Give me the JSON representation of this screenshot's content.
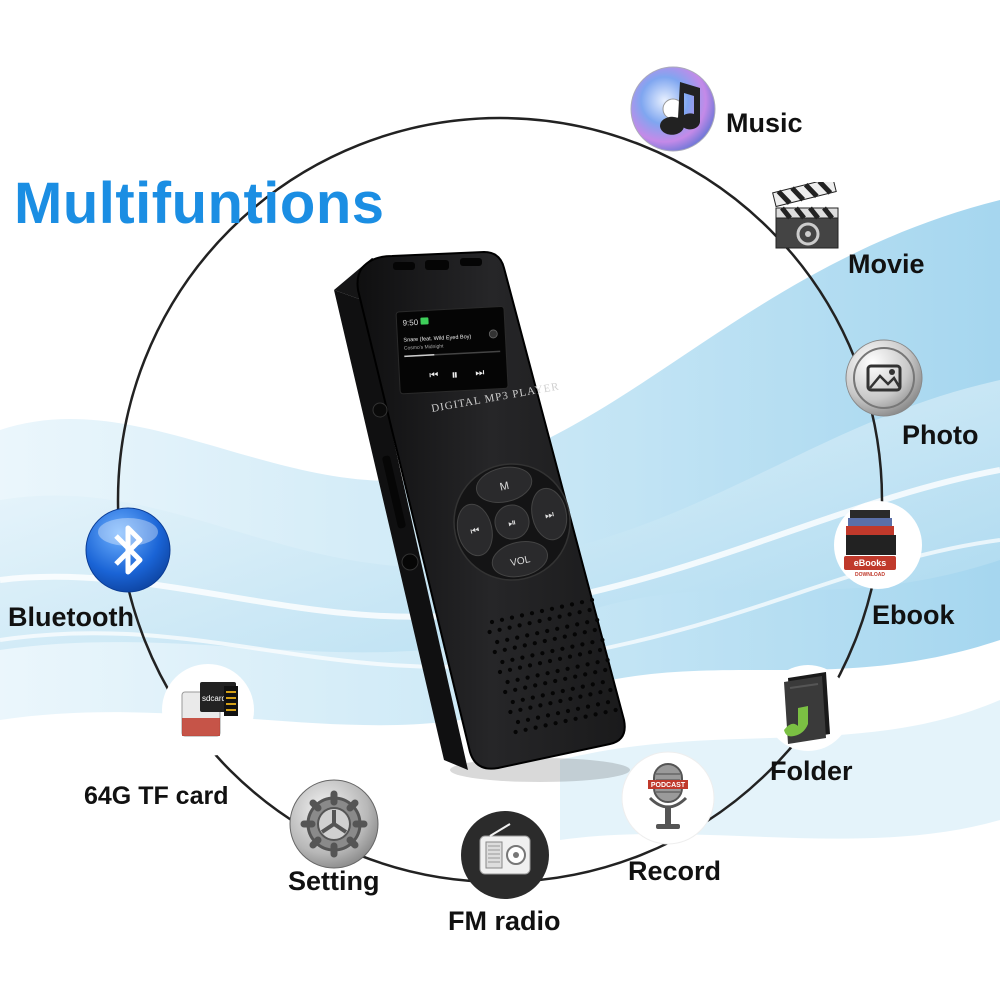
{
  "title": "Multifuntions",
  "features": {
    "music": "Music",
    "movie": "Movie",
    "photo": "Photo",
    "ebook": "Ebook",
    "folder": "Folder",
    "record": "Record",
    "fm_radio": "FM radio",
    "setting": "Setting",
    "tf_card": "64G TF card",
    "bluetooth": "Bluetooth"
  },
  "device": {
    "brand_text": "DIGITAL MP3 PLAYER",
    "screen_time": "9:50",
    "song_title": "Snare (feat. Wild Eyed Boy)",
    "song_artist": "Cosmo's Midnight",
    "menu_button": "M",
    "vol_button": "VOL"
  },
  "icon_texts": {
    "ebook_badge": "eBooks",
    "ebook_download": "DOWNLOAD",
    "record_badge": "PODCAST",
    "sdcard_label": "sdcard"
  },
  "colors": {
    "title_blue": "#1b8ee3",
    "bluetooth_blue": "#1a64d6",
    "device_body": "#1c1c1e"
  }
}
